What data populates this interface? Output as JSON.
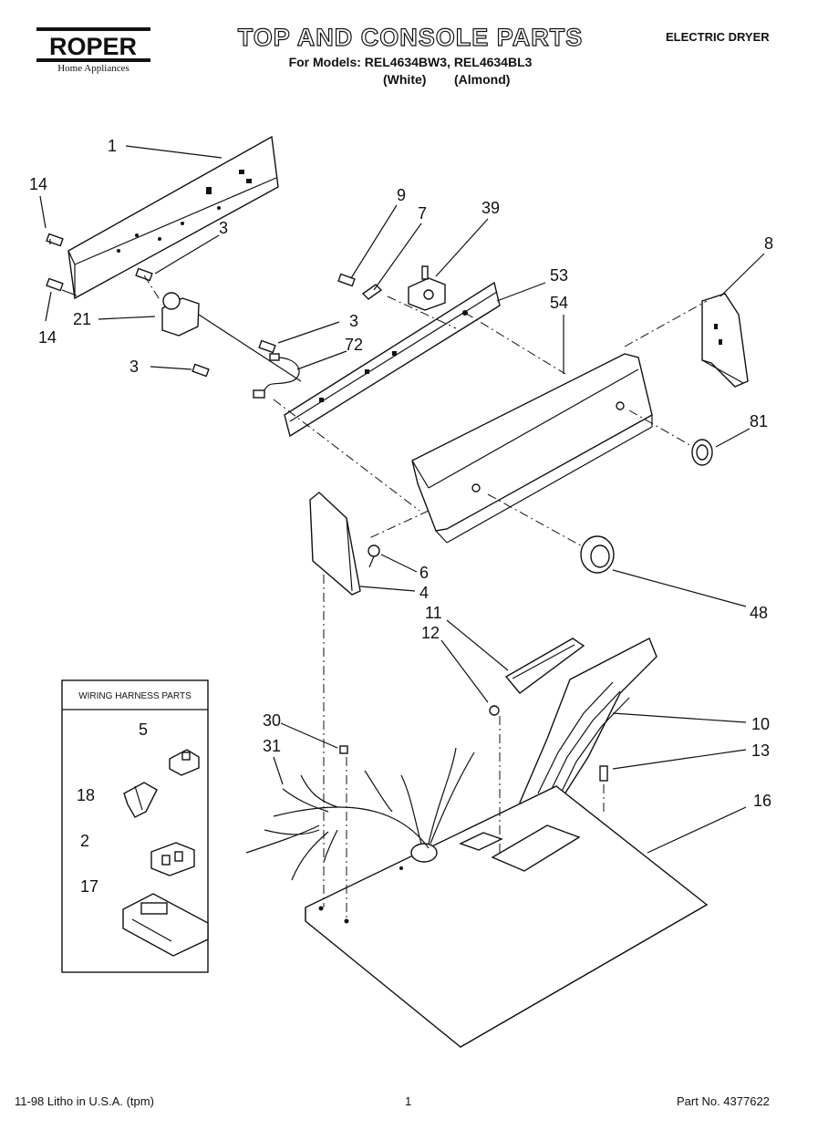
{
  "header": {
    "brand": "ROPER",
    "brand_sub": "Home Appliances",
    "title": "TOP AND CONSOLE PARTS",
    "models_line": "For Models: REL4634BW3, REL4634BL3",
    "color_white": "(White)",
    "color_almond": "(Almond)",
    "product": "ELECTRIC DRYER"
  },
  "inset": {
    "title": "WIRING HARNESS PARTS"
  },
  "callouts": {
    "c1": "1",
    "c14a": "14",
    "c3a": "3",
    "c14b": "14",
    "c21": "21",
    "c9": "9",
    "c7": "7",
    "c39": "39",
    "c8": "8",
    "c53": "53",
    "c54": "54",
    "c3b": "3",
    "c72": "72",
    "c3c": "3",
    "c81": "81",
    "c6": "6",
    "c4": "4",
    "c48": "48",
    "c11": "11",
    "c12": "12",
    "c10": "10",
    "c13": "13",
    "c30": "30",
    "c31": "31",
    "c16": "16",
    "c5": "5",
    "c18": "18",
    "c2": "2",
    "c17": "17"
  },
  "footer": {
    "left": "11-98 Litho in U.S.A. (tpm)",
    "page": "1",
    "part_no": "Part No. 4377622"
  }
}
